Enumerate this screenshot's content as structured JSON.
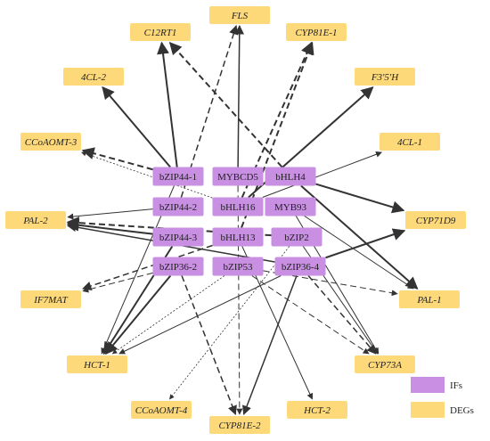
{
  "colors": {
    "if_node": "#c88fe3",
    "deg_node": "#fdd97a",
    "edge": "#333333"
  },
  "if_nodes": [
    {
      "id": "bZIP44-1",
      "label": "bZIP44-1"
    },
    {
      "id": "MYBCD5",
      "label": "MYBCD5"
    },
    {
      "id": "bHLH4",
      "label": "bHLH4"
    },
    {
      "id": "bZIP44-2",
      "label": "bZIP44-2"
    },
    {
      "id": "bHLH16",
      "label": "bHLH16"
    },
    {
      "id": "MYB93",
      "label": "MYB93"
    },
    {
      "id": "bZIP44-3",
      "label": "bZIP44-3"
    },
    {
      "id": "bHLH13",
      "label": "bHLH13"
    },
    {
      "id": "bZIP2",
      "label": "bZIP2"
    },
    {
      "id": "bZIP36-2",
      "label": "bZIP36-2"
    },
    {
      "id": "bZIP53",
      "label": "bZIP53"
    },
    {
      "id": "bZIP36-4",
      "label": "bZIP36-4"
    }
  ],
  "deg_nodes": [
    {
      "id": "FLS",
      "label": "FLS"
    },
    {
      "id": "C12RT1",
      "label": "C12RT1"
    },
    {
      "id": "CYP81E-1",
      "label": "CYP81E-1"
    },
    {
      "id": "4CL-2",
      "label": "4CL-2"
    },
    {
      "id": "F3'5'H",
      "label": "F3'5'H"
    },
    {
      "id": "CCoAOMT-3",
      "label": "CCoAOMT-3"
    },
    {
      "id": "4CL-1",
      "label": "4CL-1"
    },
    {
      "id": "PAL-2",
      "label": "PAL-2"
    },
    {
      "id": "CYP71D9",
      "label": "CYP71D9"
    },
    {
      "id": "IF7MAT",
      "label": "IF7MAT"
    },
    {
      "id": "PAL-1",
      "label": "PAL-1"
    },
    {
      "id": "HCT-1",
      "label": "HCT-1"
    },
    {
      "id": "CYP73A",
      "label": "CYP73A"
    },
    {
      "id": "CCoAOMT-4",
      "label": "CCoAOMT-4"
    },
    {
      "id": "HCT-2",
      "label": "HCT-2"
    },
    {
      "id": "CYP81E-2",
      "label": "CYP81E-2"
    }
  ],
  "edges": [
    {
      "from": "bZIP44-1",
      "to": "C12RT1",
      "style": "solid",
      "weight": 2
    },
    {
      "from": "bZIP44-1",
      "to": "4CL-2",
      "style": "solid",
      "weight": 2
    },
    {
      "from": "bZIP44-1",
      "to": "CCoAOMT-3",
      "style": "dashed",
      "weight": 2
    },
    {
      "from": "bZIP44-1",
      "to": "HCT-1",
      "style": "solid",
      "weight": 1
    },
    {
      "from": "MYBCD5",
      "to": "FLS",
      "style": "solid",
      "weight": 1.5
    },
    {
      "from": "MYBCD5",
      "to": "CYP81E-2",
      "style": "dashed",
      "weight": 1
    },
    {
      "from": "bHLH4",
      "to": "C12RT1",
      "style": "dashed",
      "weight": 2
    },
    {
      "from": "bHLH4",
      "to": "CYP71D9",
      "style": "solid",
      "weight": 2
    },
    {
      "from": "bHLH4",
      "to": "PAL-1",
      "style": "solid",
      "weight": 2
    },
    {
      "from": "bZIP44-2",
      "to": "PAL-2",
      "style": "solid",
      "weight": 1
    },
    {
      "from": "bZIP44-2",
      "to": "FLS",
      "style": "dashed",
      "weight": 1.5
    },
    {
      "from": "bHLH16",
      "to": "CYP81E-1",
      "style": "dashed",
      "weight": 2
    },
    {
      "from": "bHLH16",
      "to": "F3'5'H",
      "style": "solid",
      "weight": 2
    },
    {
      "from": "bHLH16",
      "to": "4CL-1",
      "style": "solid",
      "weight": 1
    },
    {
      "from": "bHLH16",
      "to": "CCoAOMT-3",
      "style": "dotted",
      "weight": 0.8
    },
    {
      "from": "MYB93",
      "to": "PAL-1",
      "style": "solid",
      "weight": 1
    },
    {
      "from": "MYB93",
      "to": "CYP73A",
      "style": "solid",
      "weight": 1
    },
    {
      "from": "bZIP44-3",
      "to": "PAL-2",
      "style": "solid",
      "weight": 2
    },
    {
      "from": "bZIP44-3",
      "to": "HCT-1",
      "style": "solid",
      "weight": 2
    },
    {
      "from": "bHLH13",
      "to": "CYP81E-1",
      "style": "dashed",
      "weight": 2
    },
    {
      "from": "bHLH13",
      "to": "IF7MAT",
      "style": "dashed",
      "weight": 1.5
    },
    {
      "from": "bHLH13",
      "to": "HCT-2",
      "style": "solid",
      "weight": 1
    },
    {
      "from": "bZIP2",
      "to": "PAL-2",
      "style": "dashed",
      "weight": 2
    },
    {
      "from": "bZIP2",
      "to": "CYP73A",
      "style": "solid",
      "weight": 1
    },
    {
      "from": "bZIP2",
      "to": "CCoAOMT-4",
      "style": "dotted",
      "weight": 0.8
    },
    {
      "from": "bZIP36-2",
      "to": "IF7MAT",
      "style": "dashed",
      "weight": 1
    },
    {
      "from": "bZIP36-2",
      "to": "HCT-1",
      "style": "solid",
      "weight": 2
    },
    {
      "from": "bZIP36-2",
      "to": "CYP81E-2",
      "style": "dashed",
      "weight": 1.5
    },
    {
      "from": "bZIP53",
      "to": "PAL-1",
      "style": "dashed",
      "weight": 1
    },
    {
      "from": "bZIP53",
      "to": "CYP73A",
      "style": "dashed",
      "weight": 1
    },
    {
      "from": "bZIP53",
      "to": "HCT-1",
      "style": "dotted",
      "weight": 0.8
    },
    {
      "from": "bZIP36-4",
      "to": "CYP71D9",
      "style": "solid",
      "weight": 2
    },
    {
      "from": "bZIP36-4",
      "to": "CYP73A",
      "style": "dashed",
      "weight": 1.5
    },
    {
      "from": "bZIP36-4",
      "to": "CYP81E-2",
      "style": "solid",
      "weight": 1.5
    },
    {
      "from": "bZIP36-4",
      "to": "PAL-2",
      "style": "solid",
      "weight": 1.5
    },
    {
      "from": "bZIP36-4",
      "to": "HCT-1",
      "style": "solid",
      "weight": 1
    }
  ],
  "legend": [
    {
      "kind": "if",
      "label": "IFs"
    },
    {
      "kind": "deg",
      "label": "DEGs"
    }
  ]
}
